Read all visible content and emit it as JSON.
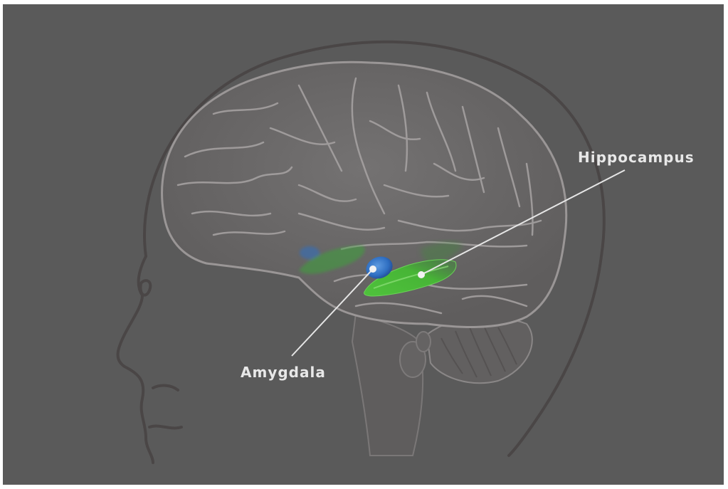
{
  "figure": {
    "subject": "Human brain, lateral view inside head silhouette",
    "background_color": "#5a5a5a",
    "labels": [
      {
        "id": "hippocampus",
        "text": "Hippocampus",
        "color": "#7ed957"
      },
      {
        "id": "amygdala",
        "text": "Amygdala",
        "color": "#3d7fd1"
      }
    ]
  }
}
